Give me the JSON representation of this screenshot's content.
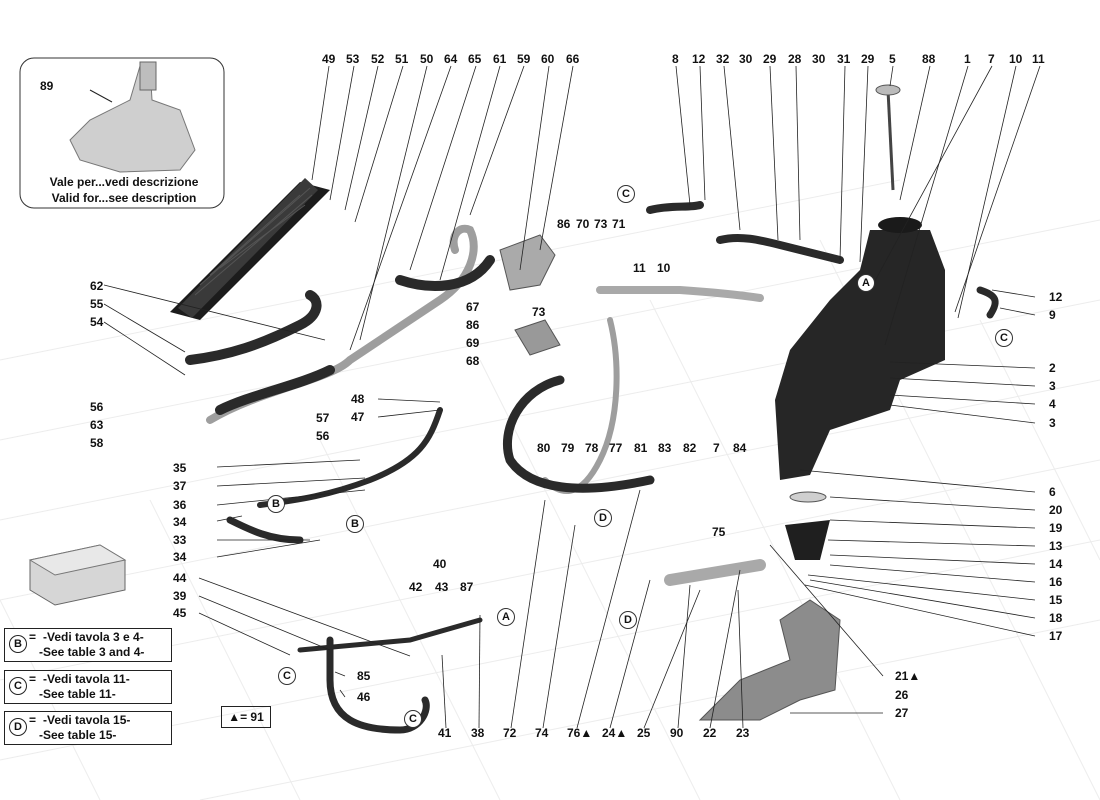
{
  "inset": {
    "callout": "89",
    "caption_line1": "Vale per...vedi descrizione",
    "caption_line2": "Valid for...see description"
  },
  "callouts": {
    "top": [
      "49",
      "53",
      "52",
      "51",
      "50",
      "64",
      "65",
      "61",
      "59",
      "60",
      "66",
      "8",
      "12",
      "32",
      "30",
      "29",
      "28",
      "30",
      "31",
      "29",
      "5",
      "88",
      "1",
      "7",
      "10",
      "11"
    ],
    "c86": "86",
    "c70": "70",
    "c73a": "73",
    "c71": "71",
    "c11b": "11",
    "c10b": "10",
    "c67": "67",
    "c73b": "73",
    "c86b": "86",
    "c69": "69",
    "c68": "68",
    "c62": "62",
    "c55": "55",
    "c54": "54",
    "c12r": "12",
    "c9": "9",
    "c2": "2",
    "c3a": "3",
    "c4": "4",
    "c3b": "3",
    "c48": "48",
    "c47": "47",
    "c56a": "56",
    "c63": "63",
    "c58": "58",
    "c57": "57",
    "c56b": "56",
    "c80": "80",
    "c79": "79",
    "c78": "78",
    "c77": "77",
    "c81": "81",
    "c83": "83",
    "c82": "82",
    "c7b": "7",
    "c84": "84",
    "c35": "35",
    "c37": "37",
    "c36": "36",
    "c34a": "34",
    "c33": "33",
    "c34b": "34",
    "c6": "6",
    "c20": "20",
    "c19": "19",
    "c13": "13",
    "c14": "14",
    "c16": "16",
    "c15": "15",
    "c18": "18",
    "c17": "17",
    "c75": "75",
    "c40": "40",
    "c42": "42",
    "c43": "43",
    "c87": "87",
    "c44": "44",
    "c39": "39",
    "c45": "45",
    "c85": "85",
    "c46": "46",
    "c21": "21▲",
    "c26": "26",
    "c27": "27",
    "bottom": [
      "41",
      "38",
      "72",
      "74",
      "76▲",
      "24▲",
      "25",
      "90",
      "22",
      "23"
    ]
  },
  "refs": {
    "A": "A",
    "B": "B",
    "C": "C",
    "D": "D"
  },
  "legend": [
    {
      "symbol": "B",
      "eq": "=",
      "line1": "-Vedi tavola 3 e 4-",
      "line2": "-See table 3 and 4-"
    },
    {
      "symbol": "C",
      "eq": "=",
      "line1": "-Vedi tavola 11-",
      "line2": "-See table 11-"
    },
    {
      "symbol": "D",
      "eq": "=",
      "line1": "-Vedi tavola 15-",
      "line2": "-See table 15-"
    }
  ],
  "note": "▲= 91",
  "colors": {
    "part": "#2a2a2a",
    "metal": "#b8b8b8",
    "leader": "#222222",
    "grid": "#e6e6e6"
  }
}
